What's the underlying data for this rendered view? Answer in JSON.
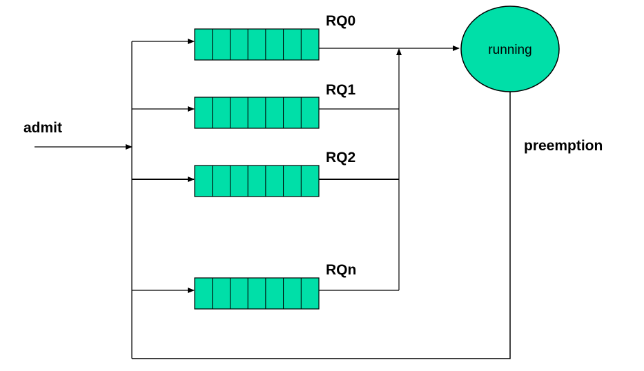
{
  "diagram": {
    "admit_label": "admit",
    "preemption_label": "preemption",
    "running_label": "running",
    "queues": [
      {
        "label": "RQ0"
      },
      {
        "label": "RQ1"
      },
      {
        "label": "RQ2"
      },
      {
        "label": "RQn"
      }
    ],
    "queue_slot_count": 7,
    "colors": {
      "queue_fill": "#00DFA8",
      "node_fill": "#00DFA8",
      "line": "#000000"
    }
  }
}
